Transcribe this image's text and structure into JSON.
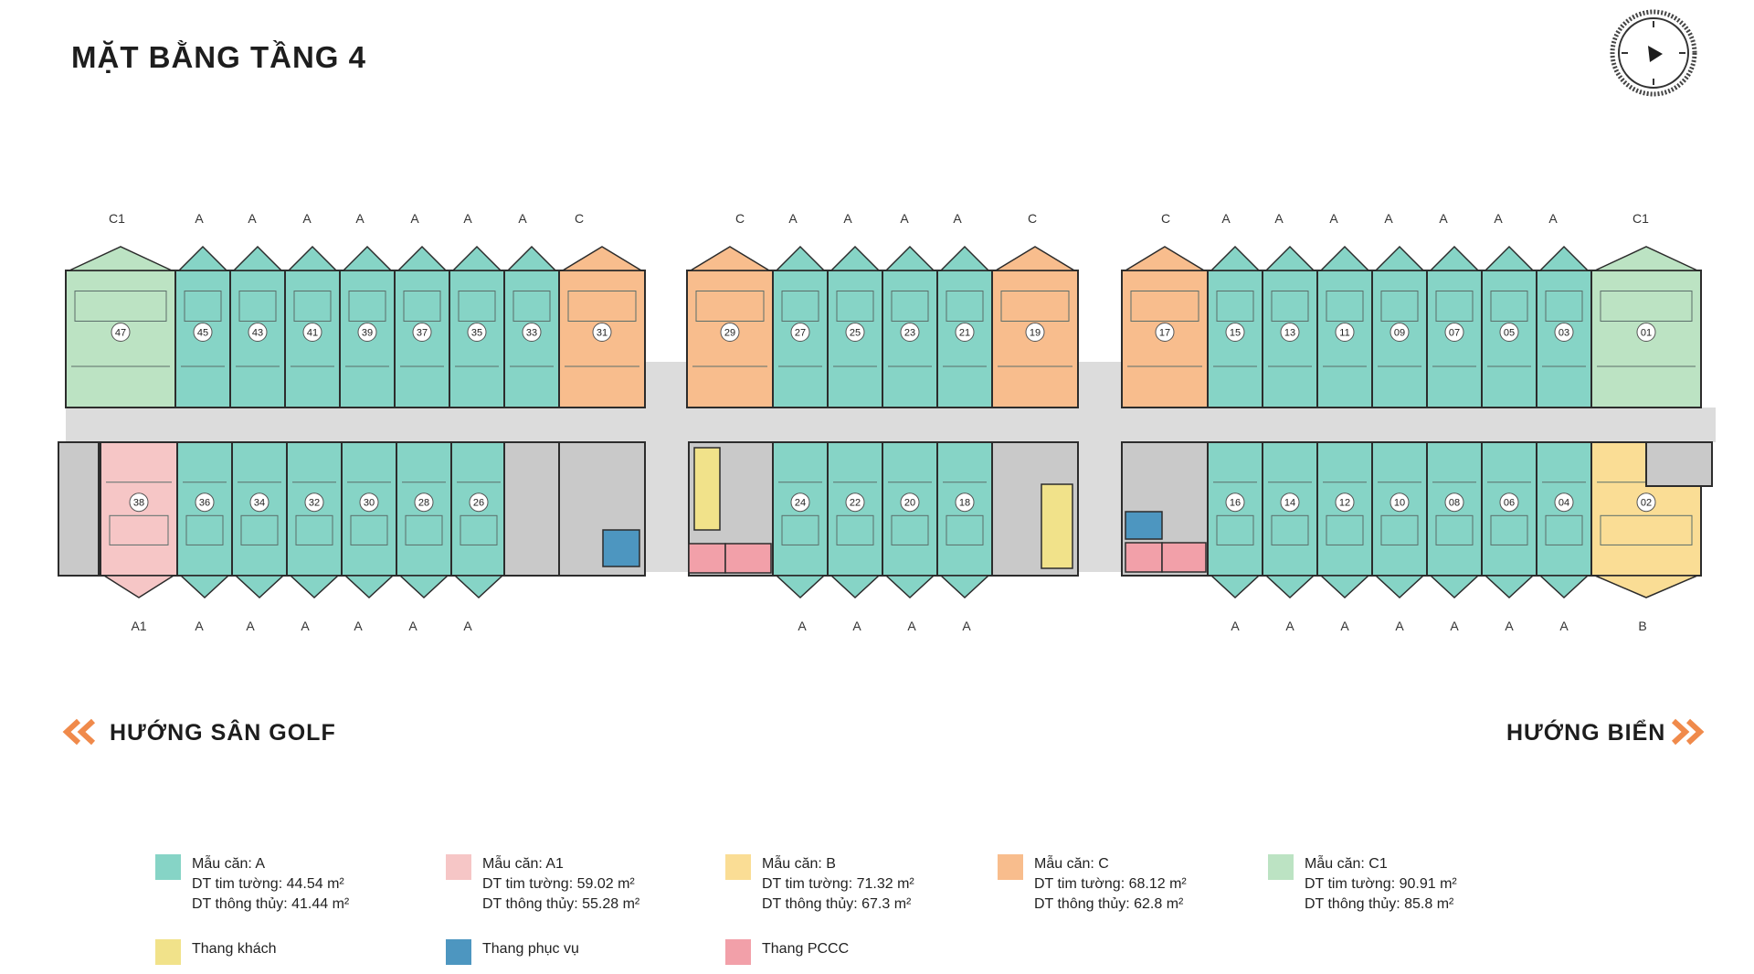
{
  "title": "MẶT BẰNG TẦNG 4",
  "directions": {
    "left": "HƯỚNG  SÂN GOLF",
    "right": "HƯỚNG BIỂN"
  },
  "colors": {
    "A": "#86d4c6",
    "A1": "#f6c6c6",
    "B": "#fadd95",
    "C": "#f8bd8d",
    "C1": "#bce3c3",
    "thang_khach": "#f1e28a",
    "thang_phuc_vu": "#4d96c0",
    "thang_pccc": "#f2a0a9",
    "corridor": "#dcdcdc",
    "core": "#c9c9c9",
    "wall": "#2c2c2c",
    "accent": "#f08a4b"
  },
  "top_labels": [
    "C1",
    "A",
    "A",
    "A",
    "A",
    "A",
    "A",
    "A",
    "C",
    "C",
    "A",
    "A",
    "A",
    "A",
    "C",
    "C",
    "A",
    "A",
    "A",
    "A",
    "A",
    "A",
    "A",
    "C1"
  ],
  "bottom_labels": [
    "A1",
    "A",
    "A",
    "A",
    "A",
    "A",
    "A",
    "A",
    "A",
    "A",
    "A",
    "A",
    "A",
    "A",
    "A",
    "A",
    "A",
    "A",
    "B"
  ],
  "top_units": [
    {
      "num": "47",
      "type": "C1"
    },
    {
      "num": "45",
      "type": "A"
    },
    {
      "num": "43",
      "type": "A"
    },
    {
      "num": "41",
      "type": "A"
    },
    {
      "num": "39",
      "type": "A"
    },
    {
      "num": "37",
      "type": "A"
    },
    {
      "num": "35",
      "type": "A"
    },
    {
      "num": "33",
      "type": "A"
    },
    {
      "num": "31",
      "type": "C"
    },
    {
      "num": "29",
      "type": "C"
    },
    {
      "num": "27",
      "type": "A"
    },
    {
      "num": "25",
      "type": "A"
    },
    {
      "num": "23",
      "type": "A"
    },
    {
      "num": "21",
      "type": "A"
    },
    {
      "num": "19",
      "type": "C"
    },
    {
      "num": "17",
      "type": "C"
    },
    {
      "num": "15",
      "type": "A"
    },
    {
      "num": "13",
      "type": "A"
    },
    {
      "num": "11",
      "type": "A"
    },
    {
      "num": "09",
      "type": "A"
    },
    {
      "num": "07",
      "type": "A"
    },
    {
      "num": "05",
      "type": "A"
    },
    {
      "num": "03",
      "type": "A"
    },
    {
      "num": "01",
      "type": "C1"
    }
  ],
  "bottom_units": [
    {
      "num": "38",
      "type": "A1"
    },
    {
      "num": "36",
      "type": "A"
    },
    {
      "num": "34",
      "type": "A"
    },
    {
      "num": "32",
      "type": "A"
    },
    {
      "num": "30",
      "type": "A"
    },
    {
      "num": "28",
      "type": "A"
    },
    {
      "num": "26",
      "type": "A"
    },
    {
      "num": "24",
      "type": "A"
    },
    {
      "num": "22",
      "type": "A"
    },
    {
      "num": "20",
      "type": "A"
    },
    {
      "num": "18",
      "type": "A"
    },
    {
      "num": "16",
      "type": "A"
    },
    {
      "num": "14",
      "type": "A"
    },
    {
      "num": "12",
      "type": "A"
    },
    {
      "num": "10",
      "type": "A"
    },
    {
      "num": "08",
      "type": "A"
    },
    {
      "num": "06",
      "type": "A"
    },
    {
      "num": "04",
      "type": "A"
    },
    {
      "num": "02",
      "type": "B"
    }
  ],
  "legend": [
    {
      "key": "A",
      "name": "Mẫu căn: A",
      "line1": "DT tim tường: 44.54 m²",
      "line2": "DT thông thủy: 41.44 m²"
    },
    {
      "key": "A1",
      "name": "Mẫu căn: A1",
      "line1": "DT tim tường: 59.02 m²",
      "line2": "DT thông thủy: 55.28 m²"
    },
    {
      "key": "B",
      "name": "Mẫu căn: B",
      "line1": "DT tim tường: 71.32 m²",
      "line2": "DT thông thủy: 67.3 m²"
    },
    {
      "key": "C",
      "name": "Mẫu căn: C",
      "line1": "DT tim tường: 68.12 m²",
      "line2": "DT thông thủy: 62.8 m²"
    },
    {
      "key": "C1",
      "name": "Mẫu căn: C1",
      "line1": "DT tim tường: 90.91 m²",
      "line2": "DT thông thủy: 85.8 m²"
    },
    {
      "key": "thang_khach",
      "name": "Thang khách"
    },
    {
      "key": "thang_phuc_vu",
      "name": "Thang phục vụ"
    },
    {
      "key": "thang_pccc",
      "name": "Thang PCCC"
    }
  ]
}
